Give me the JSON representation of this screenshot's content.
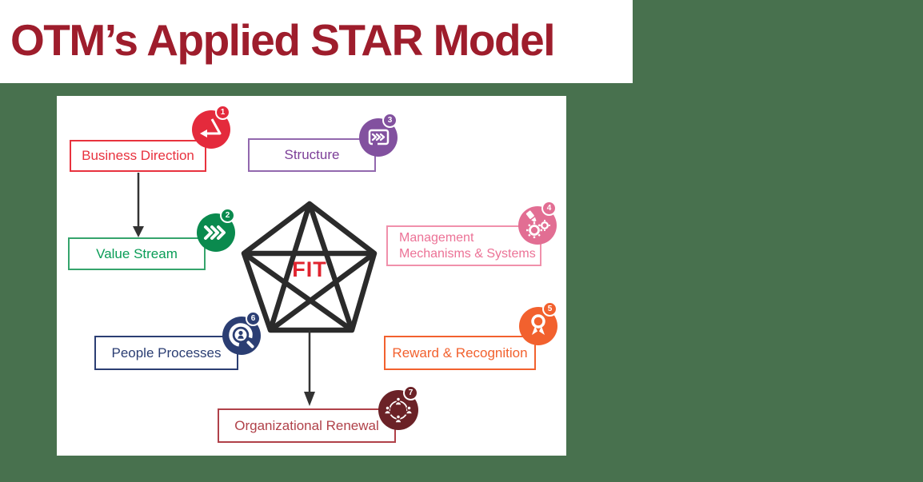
{
  "title": "OTM’s Applied STAR Model",
  "colors": {
    "background": "#48714E",
    "title_text": "#9E1D2C",
    "panel": "#FFFFFF",
    "fit_text": "#E0242F",
    "pentagon_stroke": "#2B2B2B",
    "arrow": "#333333"
  },
  "diagram": {
    "center_label": "FIT",
    "nodes": [
      {
        "id": "business-direction",
        "label": "Business Direction",
        "number": "1",
        "color": "#E8323E",
        "border_color": "#E8323E",
        "icon_color": "#E42A3C",
        "icon": "strategy-triangle-arrow-icon"
      },
      {
        "id": "value-stream",
        "label": "Value Stream",
        "number": "2",
        "color": "#0A9D57",
        "border_color": "#35A46C",
        "icon_color": "#0A8A4E",
        "icon": "triple-chevron-icon"
      },
      {
        "id": "structure",
        "label": "Structure",
        "number": "3",
        "color": "#7C3E98",
        "border_color": "#9268AE",
        "icon_color": "#82519F",
        "icon": "screen-fast-forward-icon"
      },
      {
        "id": "management-mechanisms-systems",
        "label": "Management Mechanisms & Systems",
        "label_line1": "Management",
        "label_line2": "Mechanisms & Systems",
        "number": "4",
        "color": "#EC7296",
        "border_color": "#F090AB",
        "icon_color": "#E26E93",
        "icon": "gears-tool-icon"
      },
      {
        "id": "reward-recognition",
        "label": "Reward & Recognition",
        "number": "5",
        "color": "#F2612E",
        "border_color": "#F2612E",
        "icon_color": "#F2612E",
        "icon": "award-ribbon-icon"
      },
      {
        "id": "people-processes",
        "label": "People Processes",
        "number": "6",
        "color": "#2B3E73",
        "border_color": "#2B3E73",
        "icon_color": "#2B3E73",
        "icon": "person-magnifier-icon"
      },
      {
        "id": "organizational-renewal",
        "label": "Organizational Renewal",
        "number": "7",
        "color": "#B04149",
        "border_color": "#B04149",
        "icon_color": "#6B2227",
        "icon": "people-cycle-icon"
      }
    ],
    "arrows": [
      {
        "from": "business-direction",
        "to": "value-stream"
      },
      {
        "from": "fit-pentagon",
        "to": "organizational-renewal"
      }
    ]
  }
}
